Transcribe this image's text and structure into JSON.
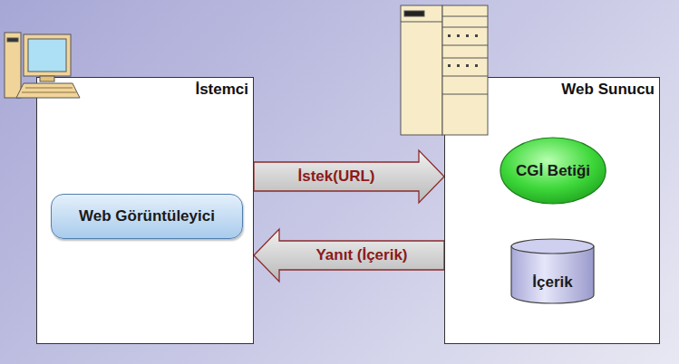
{
  "diagram": {
    "nodes": [
      {
        "text": [
          "İstemci"
        ]
      },
      {
        "text": [
          "Web Görüntüleyici"
        ],
        "in": 0
      },
      {
        "text": [
          "Web Sunucu"
        ]
      },
      {
        "text": [
          "CGİ Betiği"
        ],
        "in": 2
      },
      {
        "text": [
          "İçerik"
        ],
        "in": 2
      }
    ],
    "edges": [
      {
        "from": 0,
        "to": 2,
        "arrow": "to",
        "label": "İstek(URL)"
      },
      {
        "from": 2,
        "to": 0,
        "arrow": "to",
        "label": "Yanıt (İçerik)"
      }
    ]
  }
}
